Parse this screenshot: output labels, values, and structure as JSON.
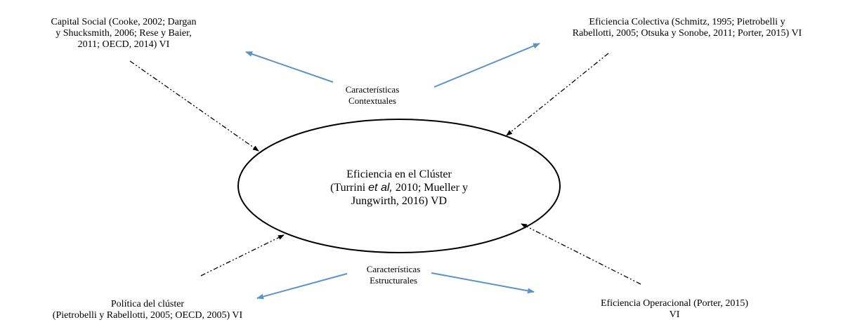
{
  "nodes": {
    "capital_social": {
      "lines": [
        "Capital Social (Cooke, 2002; Dargan",
        "y Shucksmith, 2006;  Rese y Baier,",
        "2011; OECD, 2014) VI"
      ]
    },
    "eficiencia_colectiva": {
      "lines": [
        "Eficiencia Colectiva (Schmitz, 1995;  Pietrobelli y",
        "Rabellotti, 2005; Otsuka y Sonobe, 2011; Porter, 2015) VI"
      ]
    },
    "caracteristicas_contextuales": {
      "lines": [
        "Características",
        "Contextuales"
      ]
    },
    "caracteristicas_estructurales": {
      "lines": [
        "Características",
        "Estructurales"
      ]
    },
    "politica_cluster": {
      "lines": [
        "Política del clúster",
        "(Pietrobelli y Rabellotti, 2005; OECD, 2005) VI"
      ]
    },
    "eficiencia_operacional": {
      "lines": [
        "Eficiencia Operacional (Porter, 2015)",
        "VI"
      ]
    },
    "eficiencia_cluster": {
      "line1": "Eficiencia en el Clúster",
      "line2_pre": "(Turrini ",
      "line2_ital": "et al,",
      "line2_post": " 2010; Mueller y",
      "line3": "Jungwirth, 2016) VD"
    }
  },
  "colors": {
    "solid_arrow": "#5b93c7",
    "dashed_arrow": "#000000",
    "ellipse_stroke": "#000000"
  }
}
